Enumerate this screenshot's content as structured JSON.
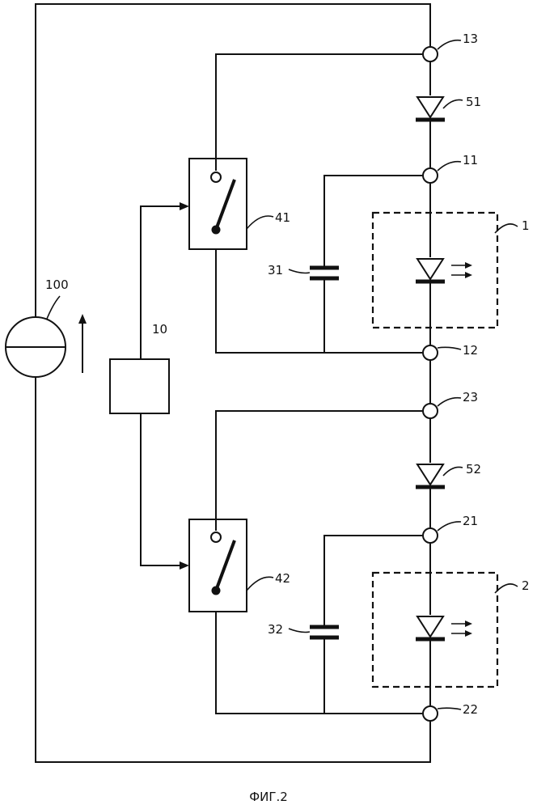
{
  "figure": {
    "caption": "ФИГ.2"
  },
  "labels": {
    "source": "100",
    "controller": "10",
    "switch_1": "41",
    "switch_2": "42",
    "capacitor_1": "31",
    "capacitor_2": "32",
    "led_module_1": "1",
    "led_module_2": "2",
    "diode_1": "51",
    "diode_2": "52",
    "node_11": "11",
    "node_12": "12",
    "node_13": "13",
    "node_21": "21",
    "node_22": "22",
    "node_23": "23"
  }
}
